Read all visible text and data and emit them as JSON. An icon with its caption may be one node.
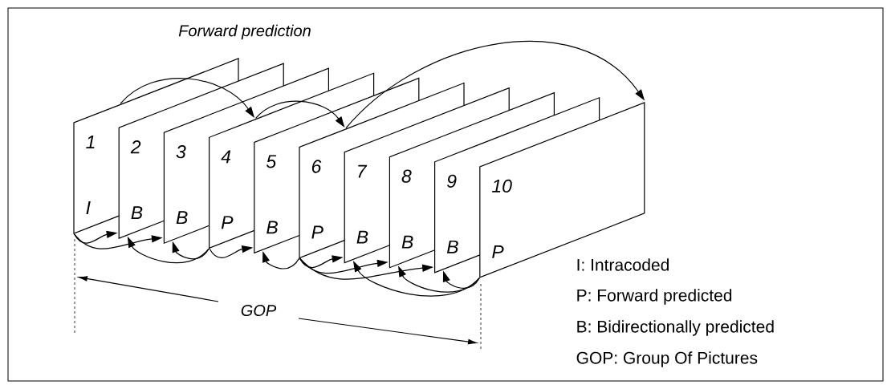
{
  "diagram": {
    "nodes": [
      {
        "text": [
          "1",
          "I"
        ]
      },
      {
        "text": [
          "2",
          "B"
        ]
      },
      {
        "text": [
          "3",
          "B"
        ]
      },
      {
        "text": [
          "4",
          "P"
        ]
      },
      {
        "text": [
          "5",
          "B"
        ]
      },
      {
        "text": [
          "6",
          "P"
        ]
      },
      {
        "text": [
          "7",
          "B"
        ]
      },
      {
        "text": [
          "8",
          "B"
        ]
      },
      {
        "text": [
          "9",
          "B"
        ]
      },
      {
        "text": [
          "10",
          "P"
        ]
      }
    ],
    "edges": [
      {
        "from": 0,
        "to": 3,
        "arrow": "to"
      },
      {
        "from": 3,
        "to": 5,
        "arrow": "to"
      },
      {
        "from": 5,
        "to": 9,
        "arrow": "to"
      },
      {
        "from": 0,
        "to": 1,
        "arrow": "to"
      },
      {
        "from": 0,
        "to": 2,
        "arrow": "to"
      },
      {
        "from": 3,
        "to": 1,
        "arrow": "to"
      },
      {
        "from": 3,
        "to": 2,
        "arrow": "to"
      },
      {
        "from": 3,
        "to": 4,
        "arrow": "to"
      },
      {
        "from": 5,
        "to": 4,
        "arrow": "to"
      },
      {
        "from": 5,
        "to": 6,
        "arrow": "to"
      },
      {
        "from": 5,
        "to": 7,
        "arrow": "to"
      },
      {
        "from": 5,
        "to": 8,
        "arrow": "to"
      },
      {
        "from": 9,
        "to": 6,
        "arrow": "to"
      },
      {
        "from": 9,
        "to": 7,
        "arrow": "to"
      },
      {
        "from": 9,
        "to": 8,
        "arrow": "to"
      }
    ],
    "labels": [
      "Forward prediction",
      "GOP",
      "I: Intracoded",
      "P: Forward predicted",
      "B: Bidirectionally predicted",
      "GOP: Group Of Pictures"
    ]
  }
}
